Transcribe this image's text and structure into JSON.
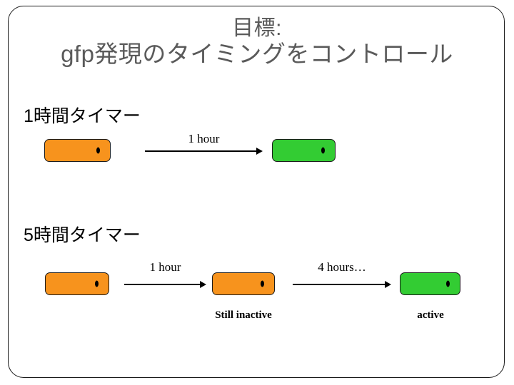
{
  "slide": {
    "title": {
      "line1": "目標:",
      "line2": "gfp発現のタイミングをコントロール",
      "color": "#5a5a5a"
    },
    "colors": {
      "inactive_box": "#F7931D",
      "active_box": "#33CC33",
      "outline": "#1a1a1a",
      "arrow": "#000000",
      "heading_text": "#000000"
    },
    "sections": [
      {
        "heading": "1時間タイマー",
        "steps": [
          {
            "state": "inactive",
            "caption": ""
          },
          {
            "state": "active",
            "caption": ""
          }
        ],
        "transitions": [
          {
            "label": "1 hour"
          }
        ]
      },
      {
        "heading": "5時間タイマー",
        "steps": [
          {
            "state": "inactive",
            "caption": ""
          },
          {
            "state": "inactive",
            "caption": "Still inactive"
          },
          {
            "state": "active",
            "caption": "active"
          }
        ],
        "transitions": [
          {
            "label": "1 hour"
          },
          {
            "label": "4 hours…"
          }
        ]
      }
    ]
  }
}
